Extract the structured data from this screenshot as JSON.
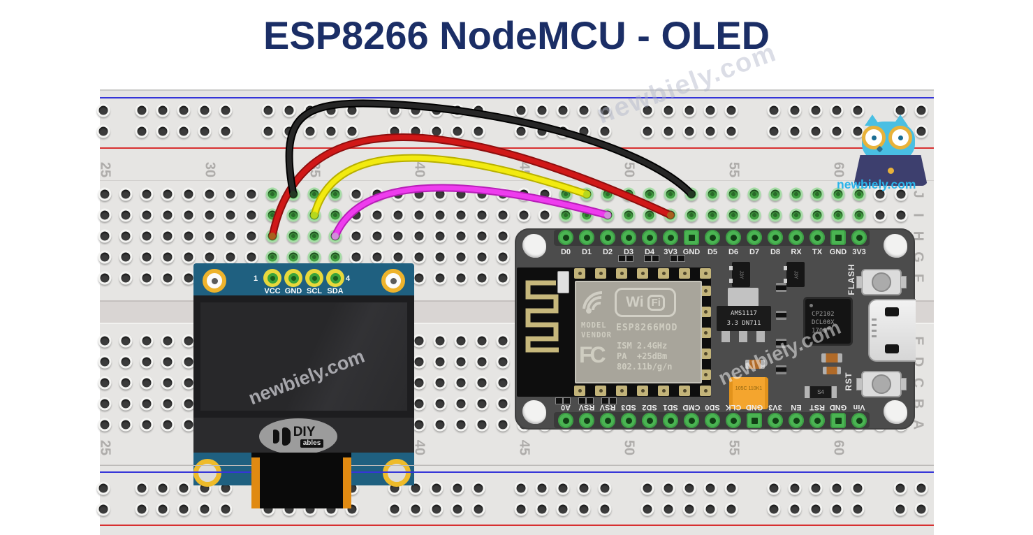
{
  "title": "ESP8266 NodeMCU - OLED",
  "watermark": "newbiely.com",
  "logo": {
    "site": "newbiely.com"
  },
  "breadboard": {
    "column_labels": [
      "25",
      "30",
      "35",
      "40",
      "45",
      "50",
      "55",
      "60"
    ],
    "row_letters_top": [
      "J",
      "I",
      "H",
      "G",
      "F"
    ],
    "row_letters_bottom": [
      "E",
      "D",
      "C",
      "B",
      "A"
    ],
    "rail_blue": "#3535d8",
    "rail_red": "#d83030",
    "hole_highlight_green": "#41a041"
  },
  "oled": {
    "pin_number_first": "1",
    "pin_number_last": "4",
    "pins": [
      "VCC",
      "GND",
      "SCL",
      "SDA"
    ],
    "logo_text": "DIY",
    "logo_sub": "ables",
    "pcb_color": "#1f6080"
  },
  "nodemcu": {
    "top_pins": [
      "D0",
      "D1",
      "D2",
      "D3",
      "D4",
      "3V3",
      "GND",
      "D5",
      "D6",
      "D7",
      "D8",
      "RX",
      "TX",
      "GND",
      "3V3"
    ],
    "bottom_pins": [
      "A0",
      "RSV",
      "RSV",
      "SD3",
      "SD2",
      "SD1",
      "CMD",
      "SD0",
      "CLK",
      "GND",
      "3V3",
      "EN",
      "RST",
      "GND",
      "Vin"
    ],
    "esp_shield": {
      "wifi_wi": "Wi",
      "wifi_fi": "Fi",
      "model": "MODEL",
      "vendor": "VENDOR",
      "module_name": "ESP8266MOD",
      "fcc": "FC",
      "specs": "ISM 2.4GHz\nPA  +25dBm\n802.11b/g/n"
    },
    "regulator": {
      "line1": "AMS1117",
      "line2": "3.3 DN711"
    },
    "usb_chip": {
      "line1": "CP2102",
      "line2": "DCL00X",
      "line3": "1708*"
    },
    "buttons": {
      "flash": "FLASH",
      "reset": "RST"
    },
    "smd": {
      "sot": "J3Y",
      "s4": "S4",
      "cap": "105C 110K1"
    }
  },
  "wires": [
    {
      "id": "sda",
      "color": "#ee3cee",
      "connection": "OLED SDA to NodeMCU D2"
    },
    {
      "id": "scl",
      "color": "#f2ea10",
      "connection": "OLED SCL to NodeMCU D1"
    },
    {
      "id": "vcc",
      "color": "#d01818",
      "connection": "OLED VCC to NodeMCU 3V3"
    },
    {
      "id": "gnd",
      "color": "#262626",
      "connection": "OLED GND to NodeMCU GND"
    }
  ]
}
